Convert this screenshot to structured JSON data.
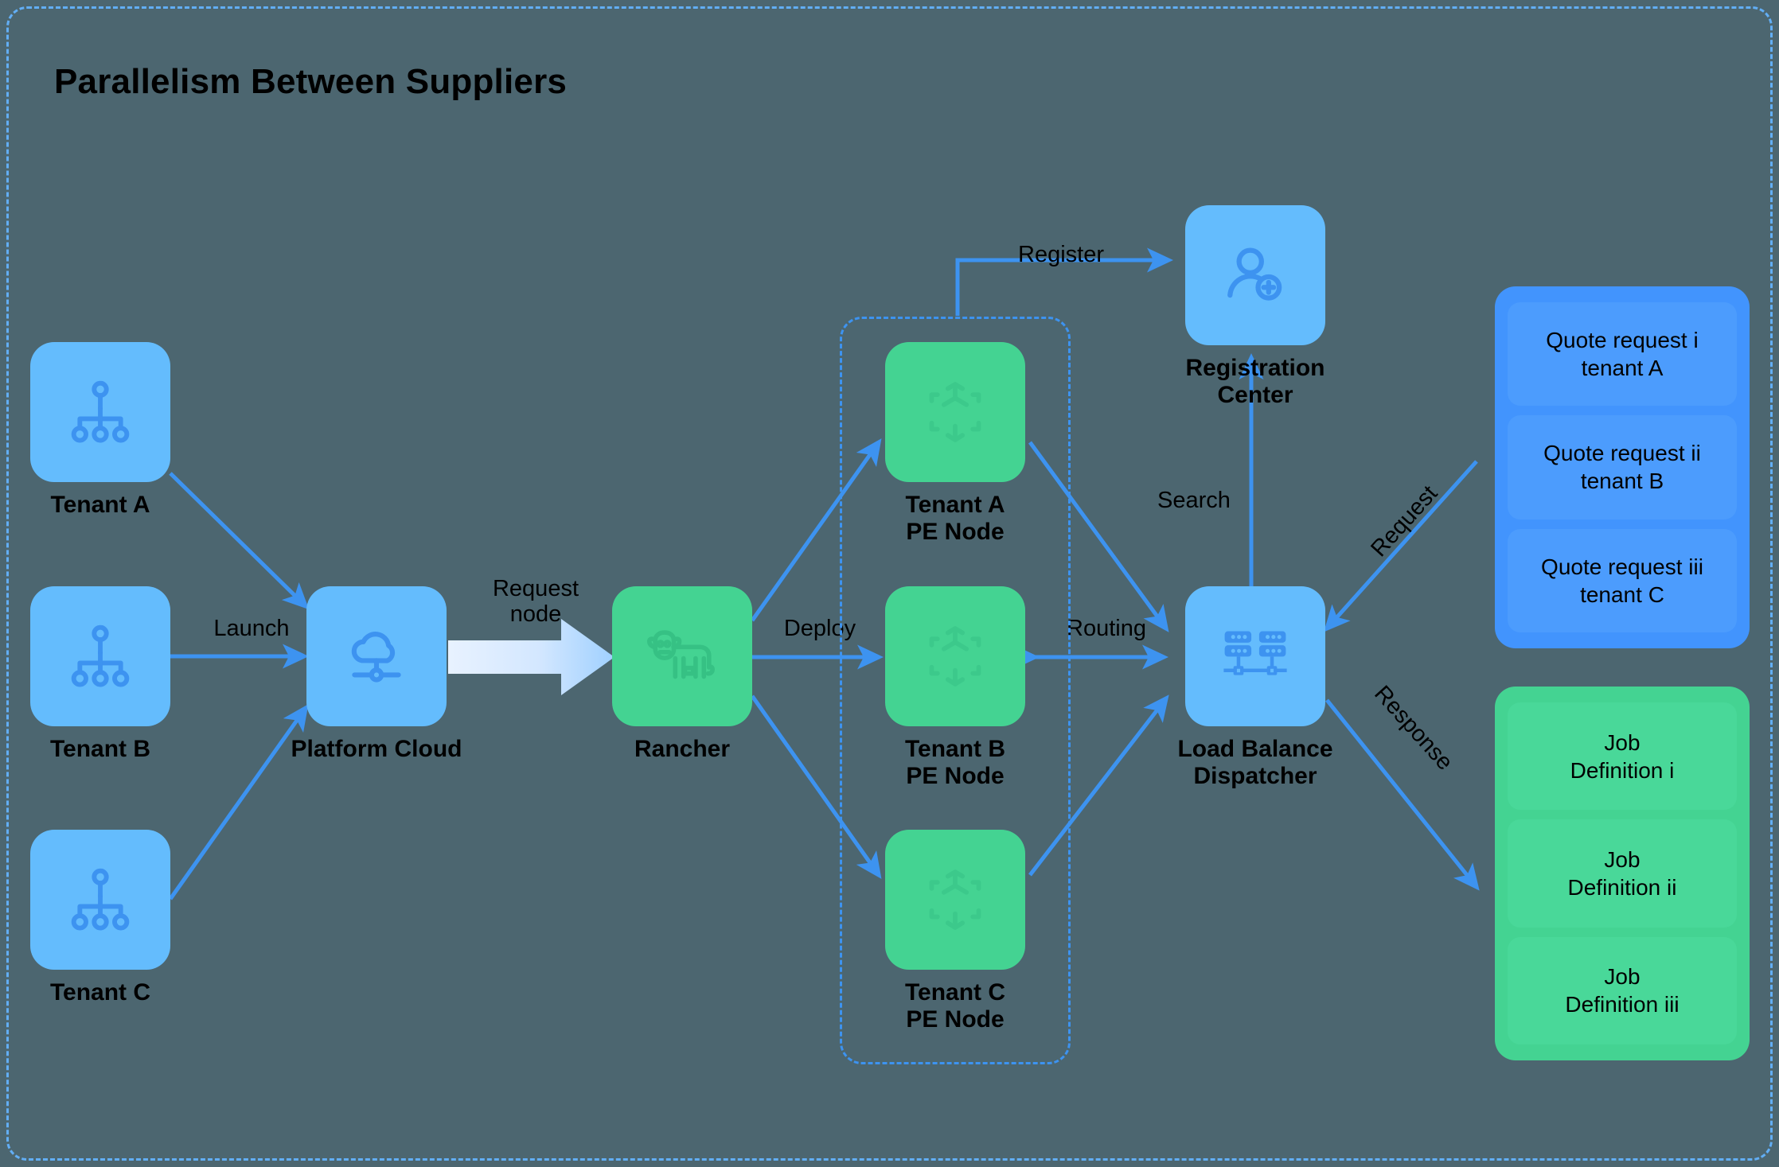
{
  "title": "Parallelism Between Suppliers",
  "colors": {
    "background": "#4c6670",
    "node_blue": "#64bcfd",
    "node_green": "#44d392",
    "panel_blue": "#4294fd",
    "panel_blue_card": "#4c9cfd",
    "panel_green": "#44d392",
    "panel_green_card": "#49d899",
    "arrow_blue": "#3d93f0",
    "dashed_border": "#62aef5",
    "text": "#000000"
  },
  "nodes": {
    "tenant_a": {
      "label": "Tenant A",
      "icon": "org-chart-icon",
      "color": "blue"
    },
    "tenant_b": {
      "label": "Tenant B",
      "icon": "org-chart-icon",
      "color": "blue"
    },
    "tenant_c": {
      "label": "Tenant C",
      "icon": "org-chart-icon",
      "color": "blue"
    },
    "platform_cloud": {
      "label": "Platform Cloud",
      "icon": "cloud-network-icon",
      "color": "blue"
    },
    "rancher": {
      "label": "Rancher",
      "icon": "cow-icon",
      "color": "green"
    },
    "pe_a": {
      "label": "Tenant A\nPE Node",
      "icon": "container-cube-icon",
      "color": "green"
    },
    "pe_b": {
      "label": "Tenant B\nPE Node",
      "icon": "container-cube-icon",
      "color": "green"
    },
    "pe_c": {
      "label": "Tenant C\nPE Node",
      "icon": "container-cube-icon",
      "color": "green"
    },
    "registration_center": {
      "label": "Registration\nCenter",
      "icon": "user-plus-icon",
      "color": "blue"
    },
    "load_balancer": {
      "label": "Load Balance\nDispatcher",
      "icon": "server-stack-icon",
      "color": "blue"
    }
  },
  "edges": {
    "launch": "Launch",
    "request_node": "Request\nnode",
    "deploy": "Deploy",
    "routing": "Routing",
    "register": "Register",
    "search": "Search",
    "request": "Request",
    "response": "Response"
  },
  "panels": {
    "quote_requests": {
      "name": "quote-request-panel",
      "items": [
        "Quote request i\ntenant A",
        "Quote request ii\ntenant B",
        "Quote request iii\ntenant C"
      ]
    },
    "job_definitions": {
      "name": "job-definition-panel",
      "items": [
        "Job\nDefinition i",
        "Job\nDefinition ii",
        "Job\nDefinition iii"
      ]
    }
  }
}
